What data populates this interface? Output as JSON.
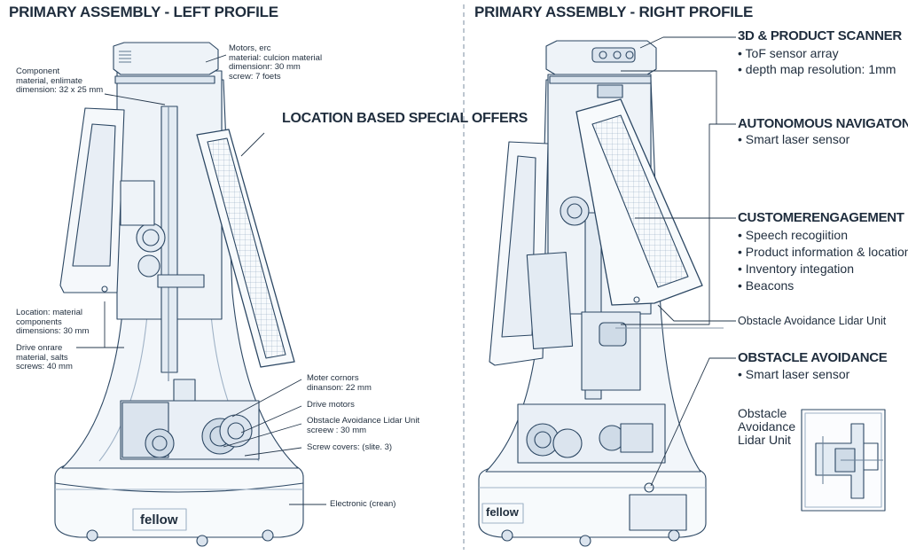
{
  "left": {
    "title": "PRIMARY ASSEMBLY - LEFT PROFILE",
    "callouts": {
      "motors": "Motors, erc\nmaterial: culcion material\ndimensionr: 30 mm\nscrew: 7 foets",
      "component": "Component\nmaterial, enlimate\ndimension: 32 x 25 mm",
      "location": "Location: material\ncomponents\ndimensions: 30 mm",
      "drive_onrare": "Drive onrare\nmaterial, salts\nscrews: 40 mm",
      "moter_cornors": "Moter cornors\ndinanson: 22 mm",
      "drive_motors": "Drive motors",
      "lidar": "Obstacle Avoidance Lidar Unit\nscreew : 30 mm",
      "screw_covers": "Screw covers: (slite. 3)",
      "electronic": "Electronic (crean)"
    },
    "banner": "LOCATION BASED SPECIAL OFFERS",
    "brand": "fellow"
  },
  "right": {
    "title": "PRIMARY ASSEMBLY - RIGHT PROFILE",
    "scanner": {
      "heading": "3D & PRODUCT SCANNER",
      "items": [
        "• ToF sensor array",
        "• depth map resolution: 1mm"
      ]
    },
    "navigation": {
      "heading": "AUTONOMOUS NAVIGATON",
      "items": [
        "• Smart laser sensor"
      ]
    },
    "engagement": {
      "heading": "CUSTOMERENGAGEMENT",
      "items": [
        "• Speech recogiition",
        "• Product information & location",
        "• Inventory integation",
        "• Beacons"
      ]
    },
    "lidar_label": "Obstacle Avoidance Lidar Unit",
    "avoidance": {
      "heading": "OBSTACLE AVOIDANCE",
      "items": [
        "• Smart laser sensor"
      ]
    },
    "detail_label": "Obstacle\nAvoidance\nLidar Unit",
    "brand": "fellow"
  }
}
